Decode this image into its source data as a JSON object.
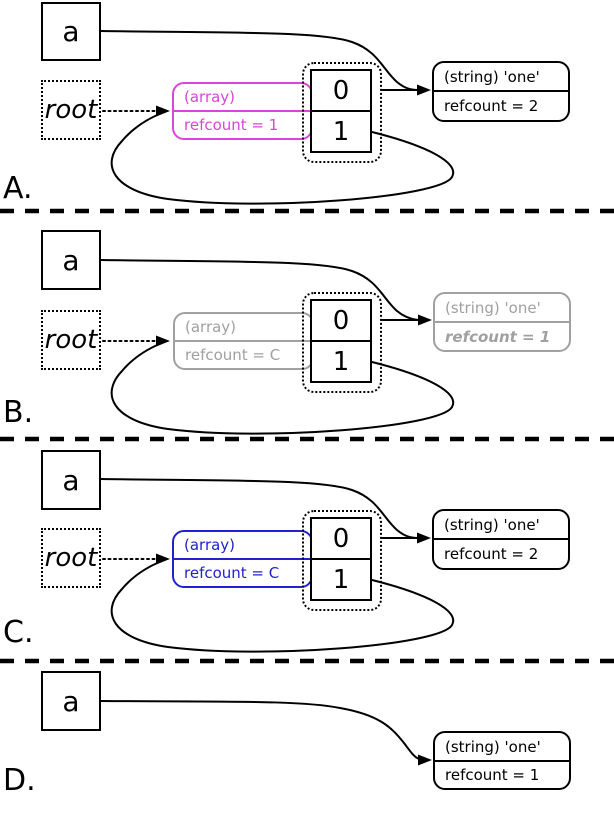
{
  "colors": {
    "array_highlight_a": "#d944d9",
    "array_highlight_b": "#a0a0a0",
    "array_highlight_c": "#2222cc",
    "default_stroke": "#000000"
  },
  "panels": [
    {
      "label": "A.",
      "var": "a",
      "root": "root",
      "array": {
        "type": "(array)",
        "refcount": "refcount = 1"
      },
      "slots": {
        "s0": "0",
        "s1": "1"
      },
      "string": {
        "type": "(string) 'one'",
        "refcount": "refcount = 2"
      }
    },
    {
      "label": "B.",
      "var": "a",
      "root": "root",
      "array": {
        "type": "(array)",
        "refcount": "refcount = C"
      },
      "slots": {
        "s0": "0",
        "s1": "1"
      },
      "string": {
        "type": "(string) 'one'",
        "refcount": "refcount = 1"
      }
    },
    {
      "label": "C.",
      "var": "a",
      "root": "root",
      "array": {
        "type": "(array)",
        "refcount": "refcount = C"
      },
      "slots": {
        "s0": "0",
        "s1": "1"
      },
      "string": {
        "type": "(string) 'one'",
        "refcount": "refcount = 2"
      }
    },
    {
      "label": "D.",
      "var": "a",
      "string": {
        "type": "(string) 'one'",
        "refcount": "refcount = 1"
      }
    }
  ]
}
